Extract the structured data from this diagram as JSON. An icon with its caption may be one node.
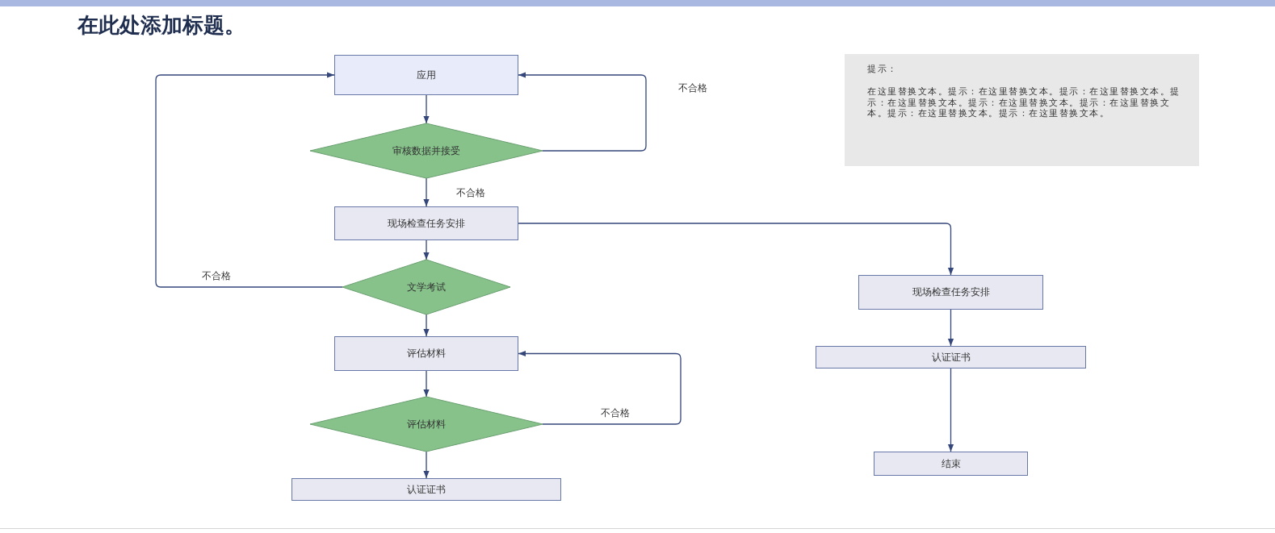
{
  "diagram": {
    "title": "在此处添加标题。",
    "nodes": [
      {
        "text": [
          "应用"
        ]
      },
      {
        "text": [
          "审核数据并接受"
        ]
      },
      {
        "text": [
          "现场检查任务安排"
        ]
      },
      {
        "text": [
          "文学考试"
        ]
      },
      {
        "text": [
          "评估材料"
        ]
      },
      {
        "text": [
          "评估材料"
        ]
      },
      {
        "text": [
          "认证证书"
        ]
      },
      {
        "text": [
          "现场检查任务安排"
        ]
      },
      {
        "text": [
          "认证证书"
        ]
      },
      {
        "text": [
          "结束"
        ]
      },
      {
        "text": [
          "提示：",
          "在这里替换文本。提示：在这里替换文本。提示：在这里替换文本。提示：在这里替换文本。提示：在这里替换文本。提示：在这里替换文本。提示：在这里替换文本。提示：在这里替换文本。"
        ]
      }
    ],
    "edges": [
      {
        "from": 0,
        "to": 1,
        "arrow": "to"
      },
      {
        "from": 1,
        "to": 0,
        "arrow": "to",
        "label": "不合格"
      },
      {
        "from": 1,
        "to": 2,
        "arrow": "to",
        "label": "不合格"
      },
      {
        "from": 2,
        "to": 3,
        "arrow": "to"
      },
      {
        "from": 3,
        "to": 0,
        "arrow": "to",
        "label": "不合格"
      },
      {
        "from": 3,
        "to": 4,
        "arrow": "to"
      },
      {
        "from": 4,
        "to": 5,
        "arrow": "to"
      },
      {
        "from": 5,
        "to": 4,
        "arrow": "to",
        "label": "不合格"
      },
      {
        "from": 5,
        "to": 6,
        "arrow": "to"
      },
      {
        "from": 2,
        "to": 7,
        "arrow": "to"
      },
      {
        "from": 7,
        "to": 8,
        "arrow": "to"
      },
      {
        "from": 8,
        "to": 9,
        "arrow": "to"
      }
    ]
  }
}
